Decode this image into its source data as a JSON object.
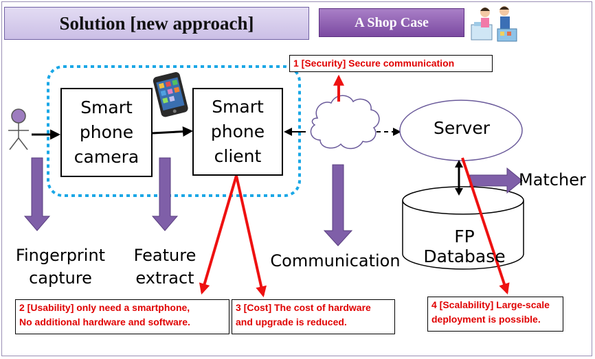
{
  "header": {
    "title": "Solution [new approach]",
    "shop_case": "A Shop Case"
  },
  "diagram": {
    "camera_block": "Smart\nphone\ncamera",
    "client_block": "Smart\nphone\nclient",
    "server": "Server",
    "matcher": "Matcher",
    "database": "FP Database",
    "labels": {
      "capture": "Fingerprint\ncapture",
      "extract": "Feature\nextract",
      "communication": "Communication"
    }
  },
  "notes": {
    "security": "1 [Security] Secure communication",
    "usability": "2  [Usability] only need a smartphone,\nNo additional hardware and software.",
    "cost": "3 [Cost] The cost of hardware\nand upgrade is reduced.",
    "scalability": "4 [Scalability] Large-scale\ndeployment is possible."
  },
  "colors": {
    "purple_arrow": "#7f5fa8",
    "red_arrow": "#ee1111",
    "dotted_border": "#1aa7e6",
    "server_outline": "#6a5a9a",
    "note_text": "#e00000"
  }
}
